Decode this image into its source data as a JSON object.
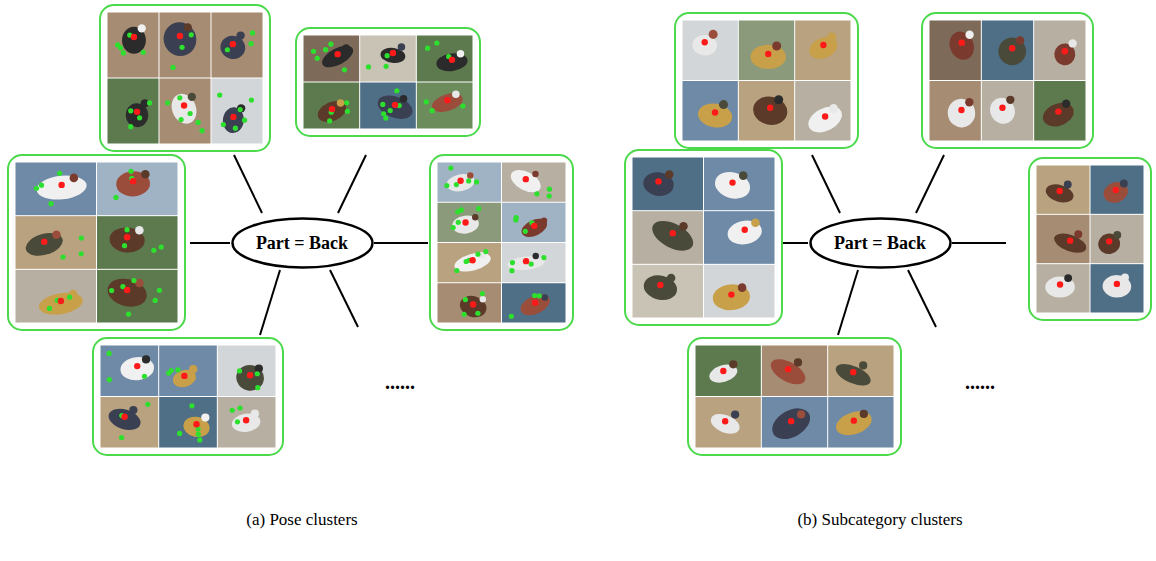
{
  "diagram": {
    "nodes": [
      {
        "text": [
          "Part = Back"
        ]
      },
      {
        "text": [
          "Part = Back"
        ]
      }
    ],
    "labels": [
      "......",
      "......",
      "(a) Pose clusters",
      "(b) Subcategory clusters"
    ]
  }
}
